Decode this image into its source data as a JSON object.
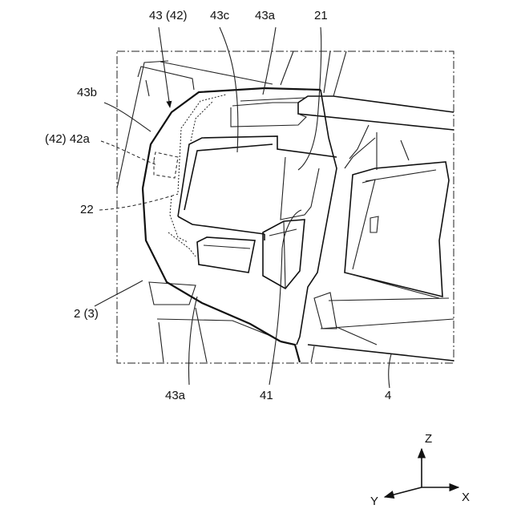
{
  "labels": {
    "l43_42": "43 (42)",
    "l43c": "43c",
    "l43a_top": "43a",
    "l21": "21",
    "l43b": "43b",
    "l42_42a": "(42) 42a",
    "l22": "22",
    "l2_3": "2 (3)",
    "l43a_bottom": "43a",
    "l41": "41",
    "l4": "4"
  },
  "axes": {
    "z": "Z",
    "x": "X",
    "y": "Y"
  }
}
